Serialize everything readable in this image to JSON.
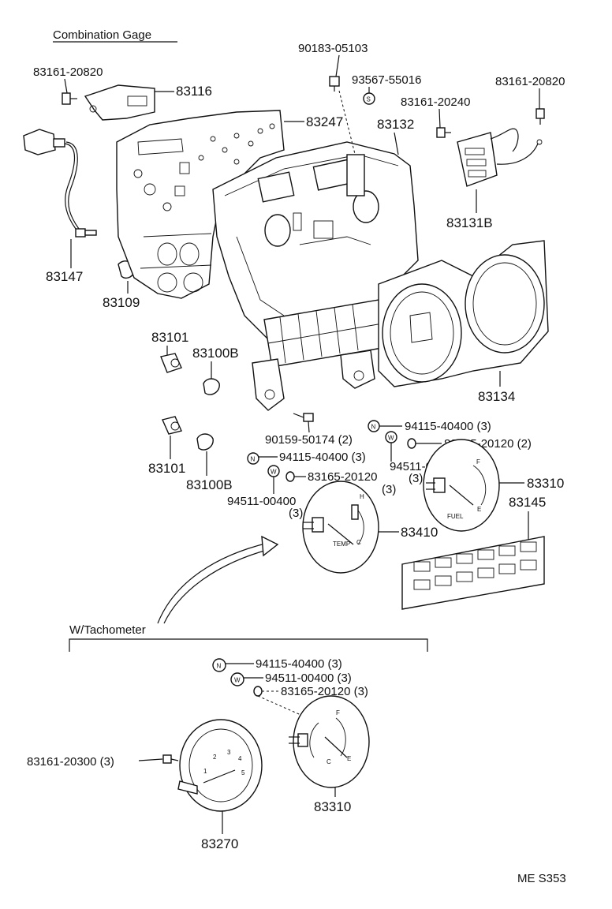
{
  "title": "Combination Gage",
  "section_label": "W/Tachometer",
  "code": "ME S353",
  "labels": {
    "p90183": "90183-05103",
    "p93567": "93567-55016",
    "p83161_20820_left": "83161-20820",
    "p83161_20820_right": "83161-20820",
    "p83116": "83116",
    "p83247": "83247",
    "p83132": "83132",
    "p83161_20240": "83161-20240",
    "p83131B": "83131B",
    "p83147": "83147",
    "p83109": "83109",
    "p83101_a": "83101",
    "p83100B_a": "83100B",
    "p83134": "83134",
    "p94115_a": "94115-40400 (3)",
    "p90159": "90159-50174 (2)",
    "p83165_a": "83165-20120 (2)",
    "p94115_b": "94115-40400 (3)",
    "p94511_a": "94511-00400",
    "p94511_a_qty": "(3)",
    "p83310_a": "83310",
    "p83101_b": "83101",
    "p83100B_b": "83100B",
    "p83165_b": "83165-20120",
    "p83165_b_qty": "(3)",
    "p83145": "83145",
    "p94511_b": "94511-00400",
    "p94511_b_qty": "(3)",
    "p83410": "83410",
    "p94115_c": "94115-40400 (3)",
    "p94511_c": "94511-00400 (3)",
    "p83165_c": "83165-20120 (3)",
    "p83161_20300": "83161-20300 (3)",
    "p83310_b": "83310",
    "p83270": "83270"
  },
  "symbols": {
    "nut": "N",
    "washer": "W",
    "screw": "S"
  },
  "gauge_marks": {
    "fuel": "FUEL",
    "fuel_f": "F",
    "fuel_e": "E",
    "temp": "TEMP",
    "temp_h": "H",
    "temp_c": "C",
    "tacho_nums": [
      "1",
      "2",
      "3",
      "4",
      "5"
    ]
  }
}
